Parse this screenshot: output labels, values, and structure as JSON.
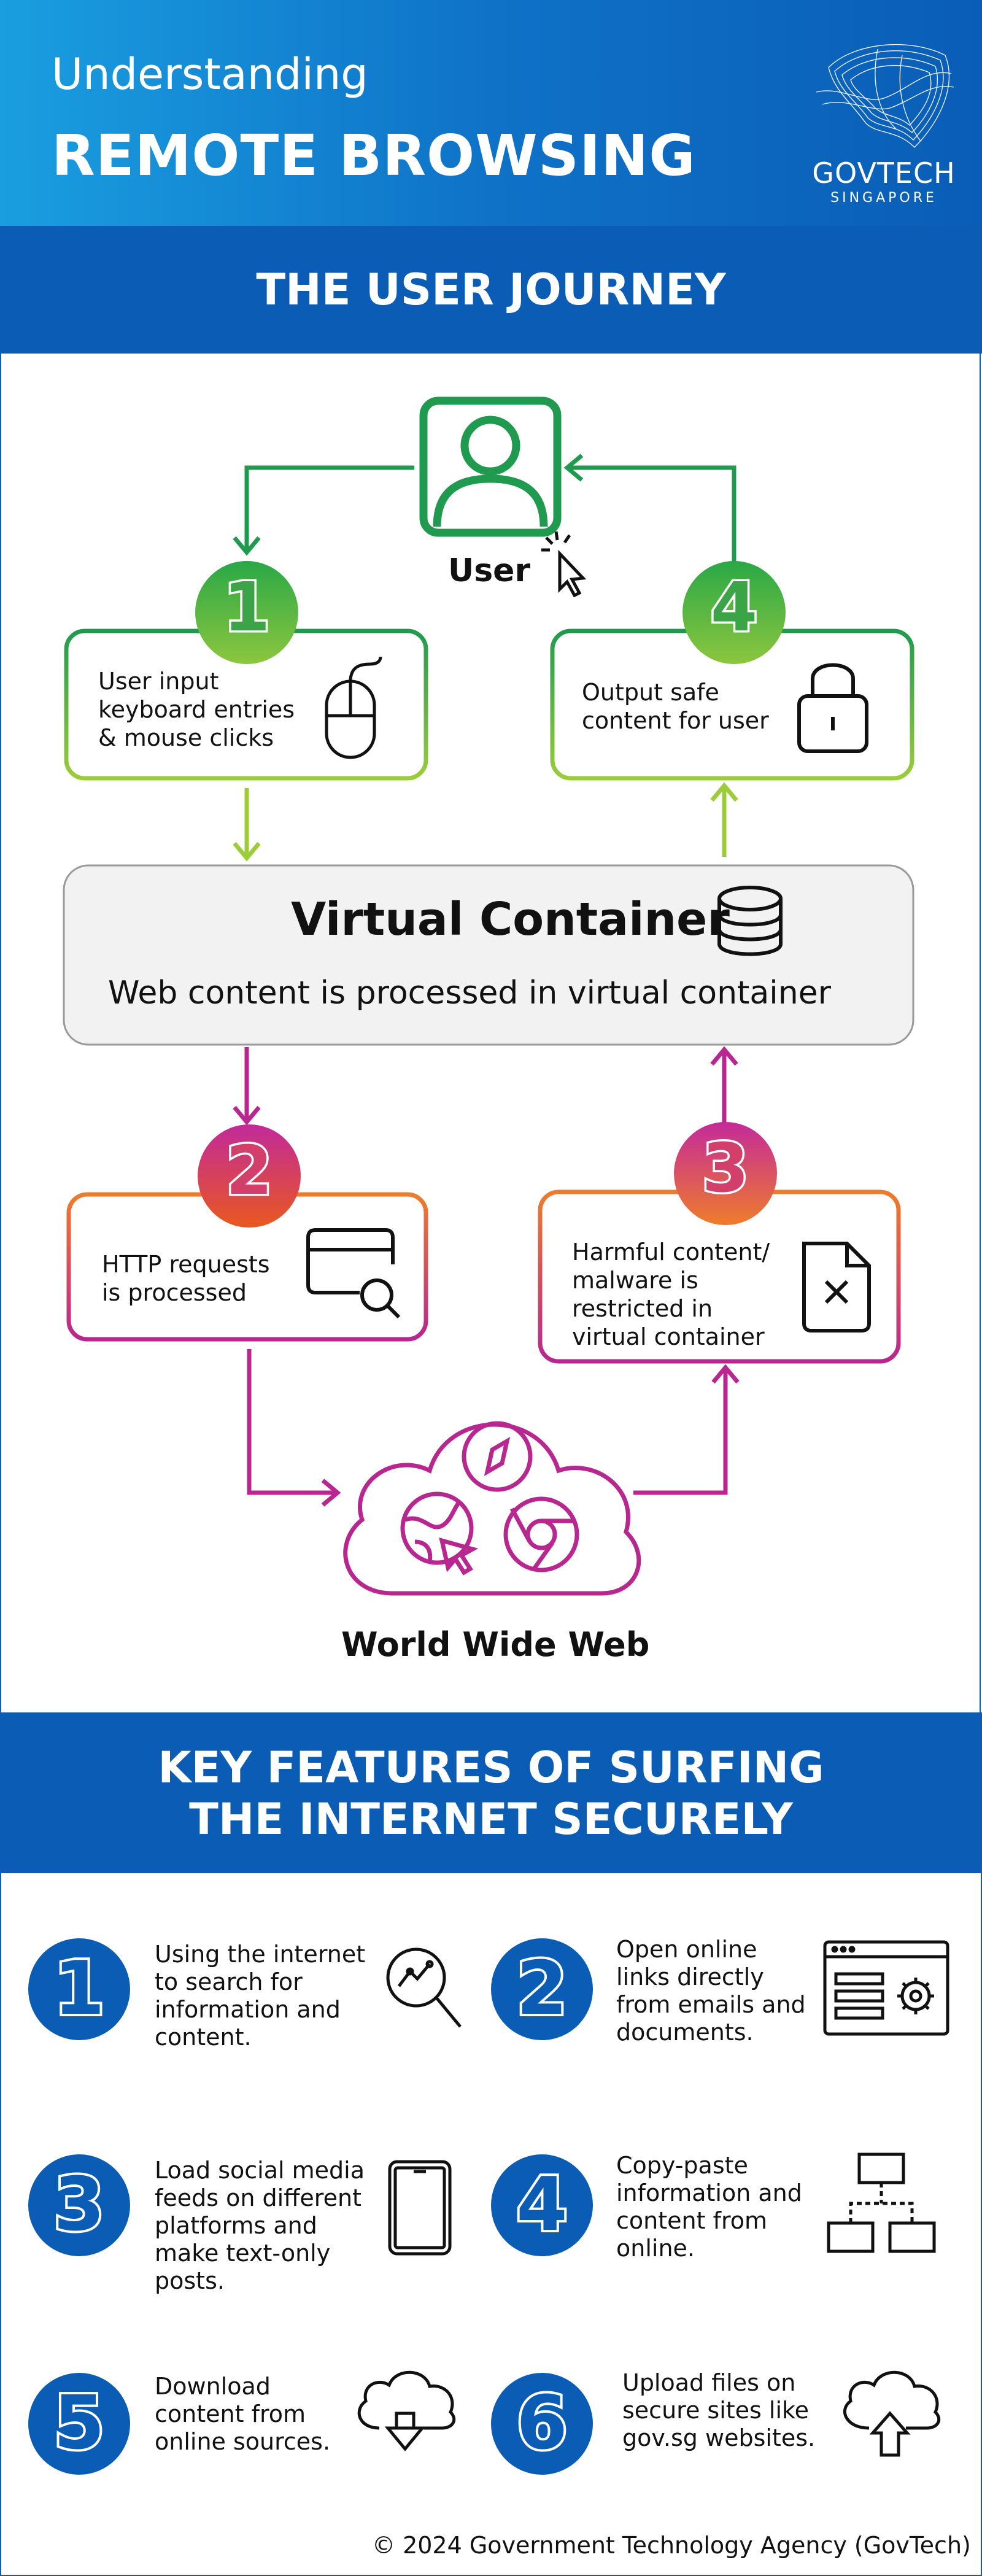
{
  "header": {
    "subtitle": "Understanding",
    "title": "REMOTE BROWSING",
    "logo_name": "GOVTECH",
    "logo_country": "SINGAPORE"
  },
  "journey": {
    "heading": "THE USER JOURNEY",
    "user_label": "User",
    "steps": [
      {
        "number": "1",
        "lines": [
          "User input",
          "keyboard entries",
          "& mouse clicks"
        ],
        "icon": "mouse-icon"
      },
      {
        "number": "2",
        "lines": [
          "HTTP requests",
          "is processed"
        ],
        "icon": "web-search-icon"
      },
      {
        "number": "3",
        "lines": [
          "Harmful content/",
          "malware is",
          "restricted in",
          "virtual container"
        ],
        "icon": "blocked-file-icon"
      },
      {
        "number": "4",
        "lines": [
          "Output safe",
          "content for user"
        ],
        "icon": "lock-icon"
      }
    ],
    "container": {
      "title": "Virtual Container",
      "description": "Web content is processed in virtual container",
      "icon": "database-icon"
    },
    "web_label": "World Wide Web"
  },
  "features": {
    "heading_line1": "KEY FEATURES OF SURFING",
    "heading_line2": "THE INTERNET SECURELY",
    "items": [
      {
        "number": "1",
        "lines": [
          "Using the internet",
          "to search for",
          "information and",
          "content."
        ],
        "icon": "search-icon"
      },
      {
        "number": "2",
        "lines": [
          "Open online",
          "links directly",
          "from emails and",
          "documents."
        ],
        "icon": "browser-settings-icon"
      },
      {
        "number": "3",
        "lines": [
          "Load social media",
          "feeds on different",
          "platforms and",
          "make text-only",
          "posts."
        ],
        "icon": "smartphone-icon"
      },
      {
        "number": "4",
        "lines": [
          "Copy-paste",
          "information and",
          "content from",
          "online."
        ],
        "icon": "hierarchy-icon"
      },
      {
        "number": "5",
        "lines": [
          "Download",
          "content from",
          "online sources."
        ],
        "icon": "cloud-download-icon"
      },
      {
        "number": "6",
        "lines": [
          "Upload files on",
          "secure sites like",
          "gov.sg websites."
        ],
        "icon": "cloud-upload-icon"
      }
    ]
  },
  "footer": "© 2024 Government Technology Agency (GovTech)",
  "colors": {
    "brand_blue": "#0a5cb5",
    "header_light": "#1a9ee0",
    "green": "#1f9a4f",
    "lime": "#9ccc3a",
    "magenta": "#b8268f",
    "orange": "#ee7c2b"
  }
}
